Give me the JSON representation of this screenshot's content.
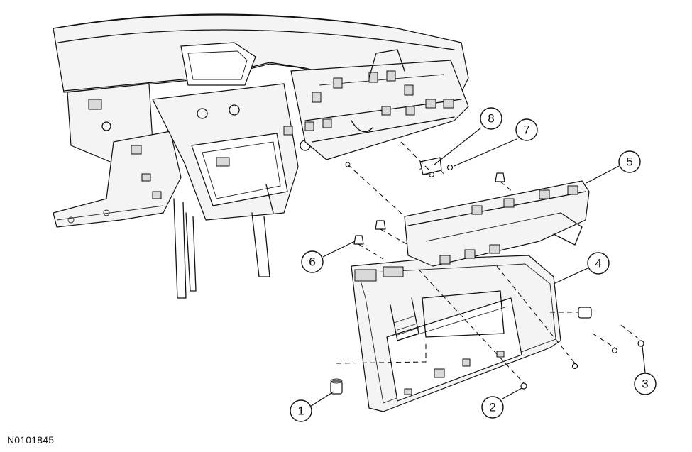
{
  "figure_id": "N0101845",
  "callouts": [
    {
      "number": "1"
    },
    {
      "number": "2"
    },
    {
      "number": "3"
    },
    {
      "number": "4"
    },
    {
      "number": "5"
    },
    {
      "number": "6"
    },
    {
      "number": "7"
    },
    {
      "number": "8"
    }
  ]
}
